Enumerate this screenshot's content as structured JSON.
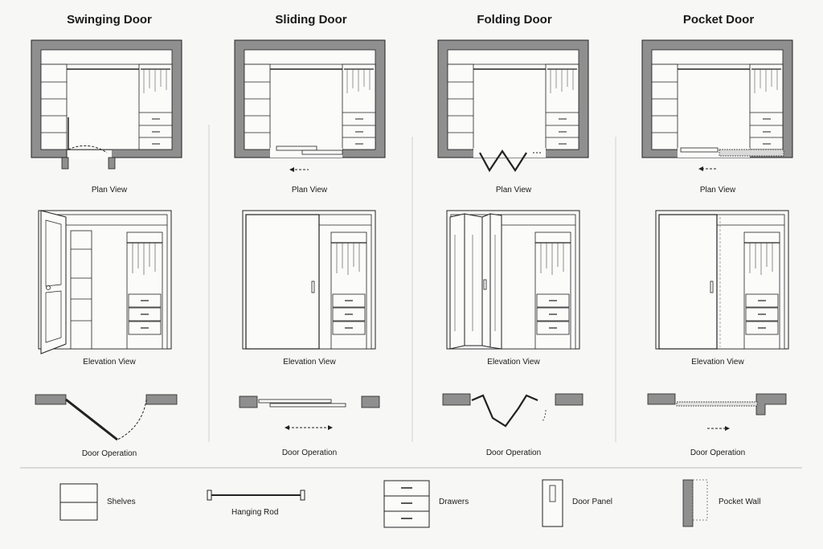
{
  "columns": [
    {
      "title": "Swinging Door",
      "plan": "Plan View",
      "elevation": "Elevation View",
      "operation": "Door Operation"
    },
    {
      "title": "Sliding Door",
      "plan": "Plan View",
      "elevation": "Elevation View",
      "operation": "Door Operation"
    },
    {
      "title": "Folding Door",
      "plan": "Plan View",
      "elevation": "Elevation View",
      "operation": "Door Operation"
    },
    {
      "title": "Pocket Door",
      "plan": "Plan View",
      "elevation": "Elevation View",
      "operation": "Door Operation"
    }
  ],
  "legend": {
    "shelves": "Shelves",
    "hanging_rod": "Hanging Rod",
    "drawers": "Drawers",
    "door_panel": "Door Panel",
    "pocket_wall": "Pocket Wall"
  },
  "colors": {
    "wall_fill": "#8f8f8f",
    "line": "#222222",
    "background": "#f7f7f6"
  }
}
